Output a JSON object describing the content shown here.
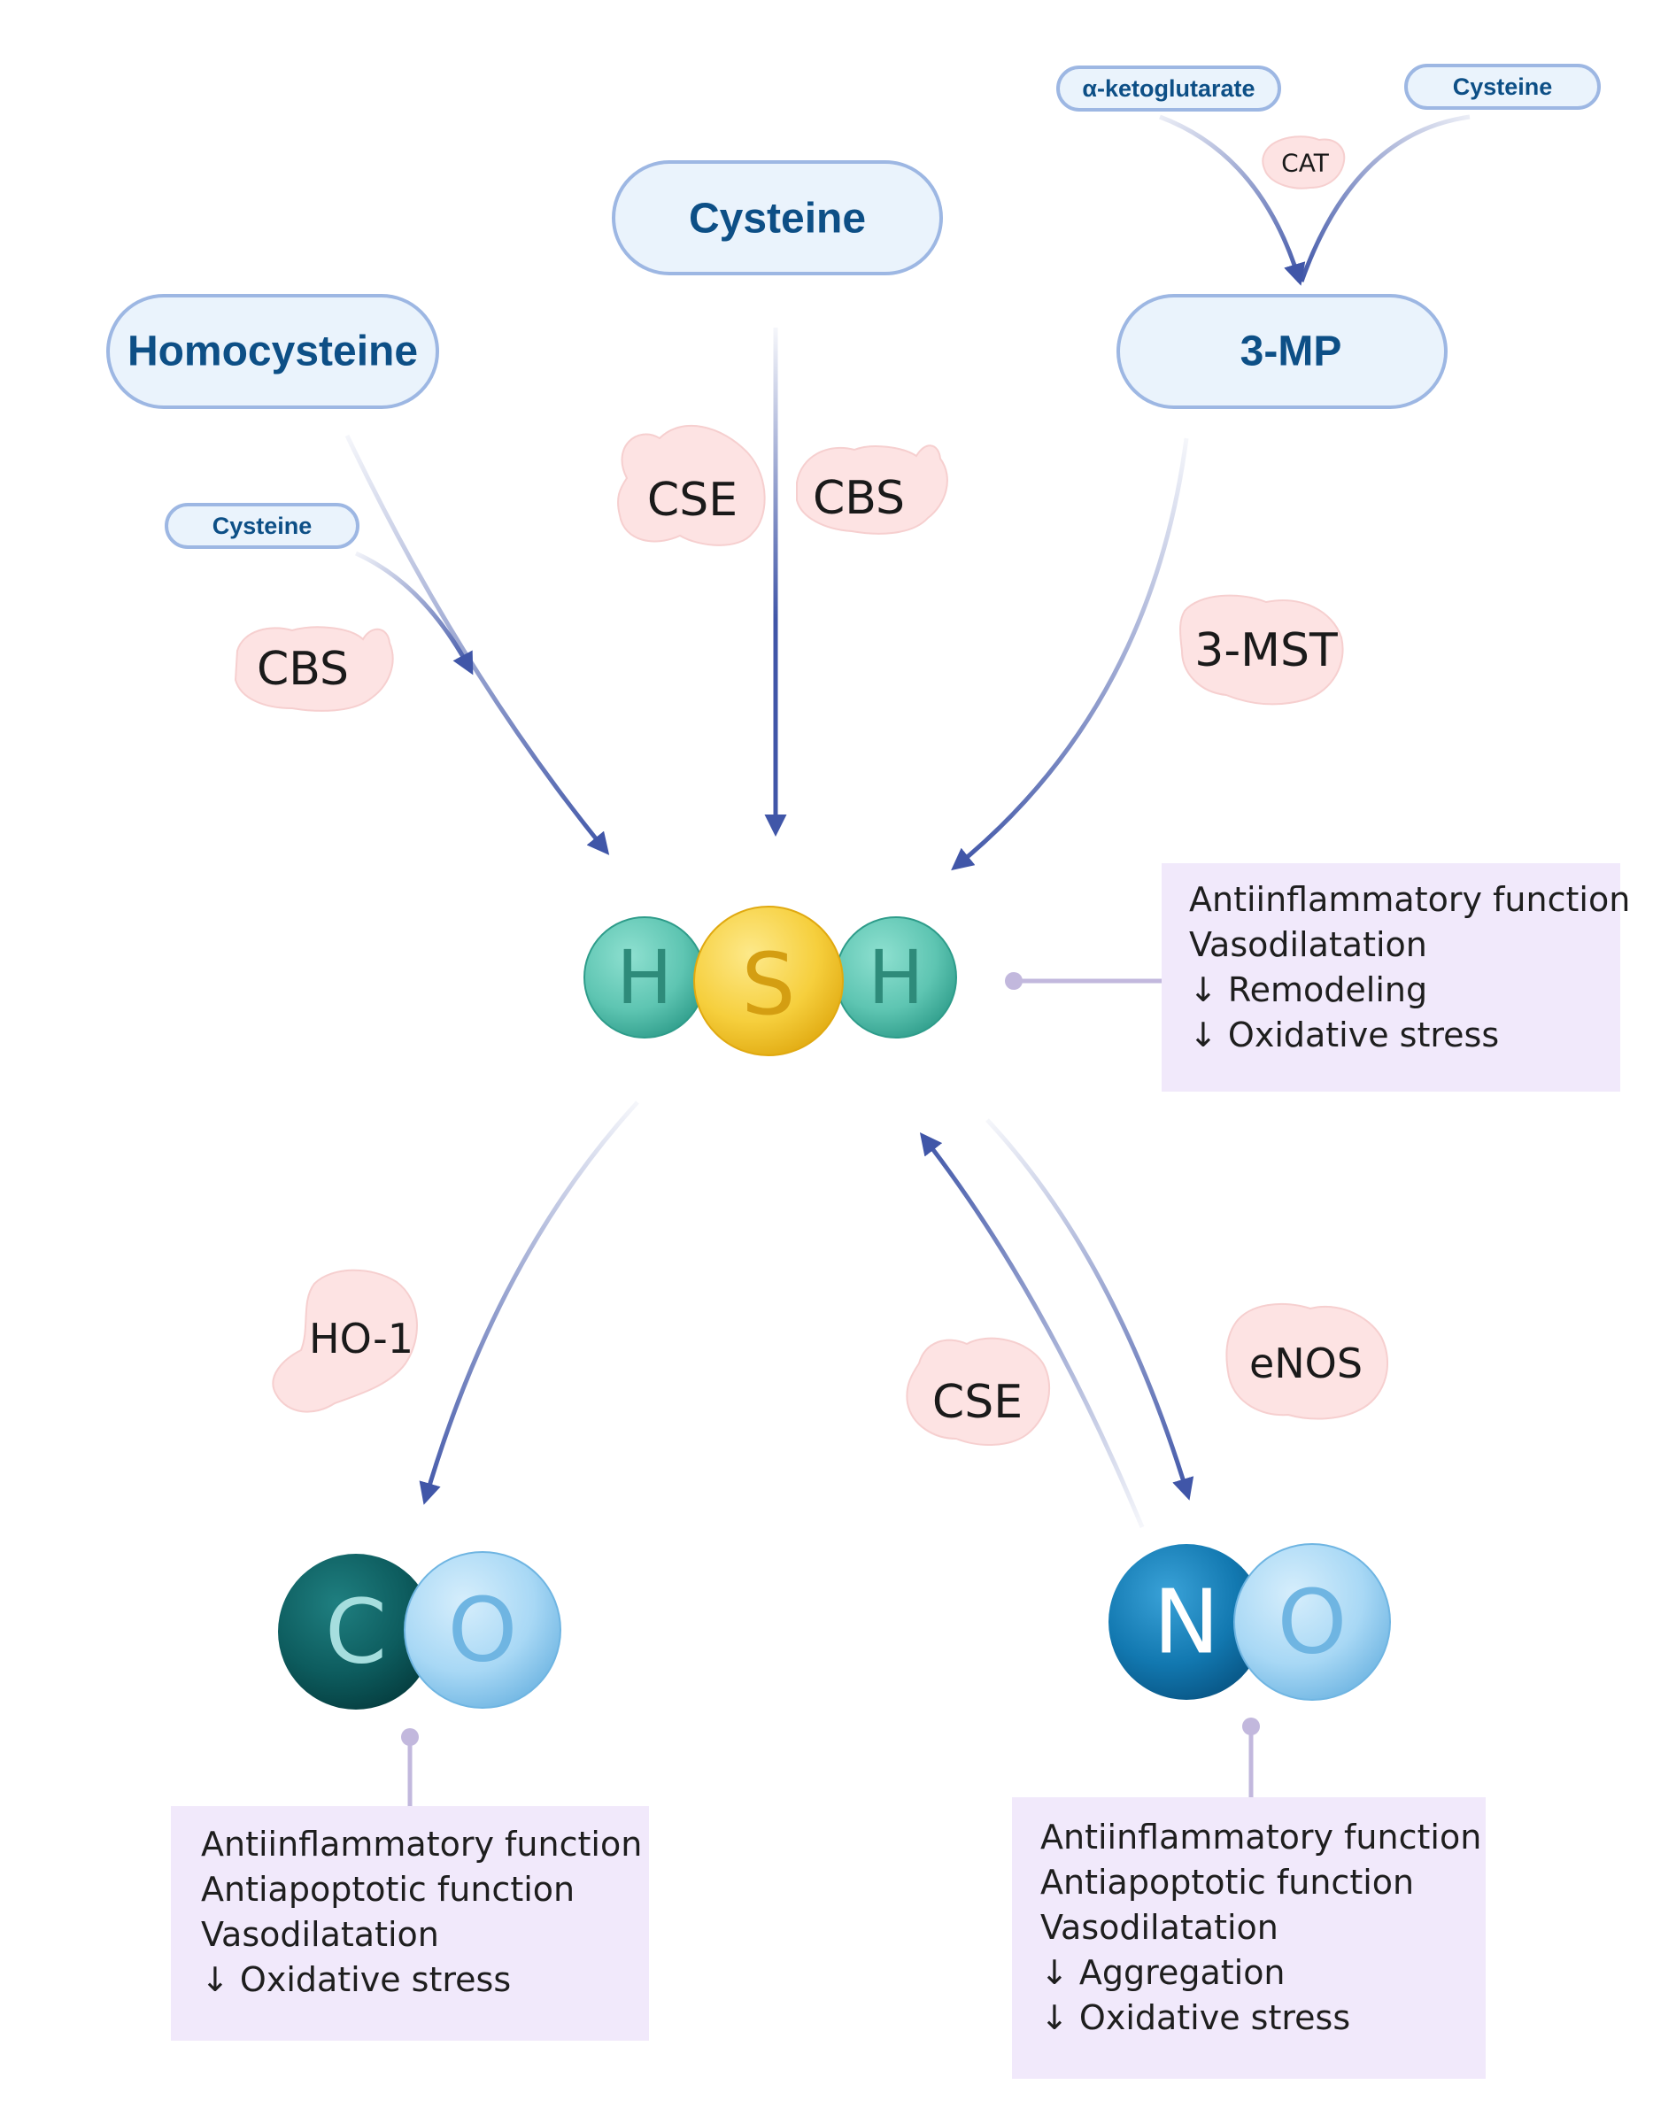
{
  "substrates": {
    "homocysteine": "Homocysteine",
    "cysteine_main": "Cysteine",
    "three_mp": "3-MP",
    "alpha_ketoglutarate": "α-ketoglutarate",
    "cysteine_top_right": "Cysteine",
    "cysteine_small_left": "Cysteine"
  },
  "enzymes": {
    "cse_top": "CSE",
    "cbs_top": "CBS",
    "cbs_left": "CBS",
    "three_mst": "3-MST",
    "cat": "CAT",
    "ho1": "HO-1",
    "cse_bottom": "CSE",
    "enos": "eNOS"
  },
  "molecules": {
    "h2s": {
      "atoms": [
        "H",
        "S",
        "H"
      ]
    },
    "co": {
      "atoms": [
        "C",
        "O"
      ]
    },
    "no": {
      "atoms": [
        "N",
        "O"
      ]
    }
  },
  "functions": {
    "h2s": [
      "Antiinflammatory function",
      "Vasodilatation",
      "↓ Remodeling",
      "↓ Oxidative stress"
    ],
    "co": [
      "Antiinflammatory function",
      "Antiapoptotic function",
      "Vasodilatation",
      "↓ Oxidative stress"
    ],
    "no": [
      "Antiinflammatory function",
      "Antiapoptotic function",
      "Vasodilatation",
      "↓ Aggregation",
      "↓ Oxidative stress"
    ]
  },
  "colors": {
    "arrow": "#4056a8",
    "pill_fill": "#eaf3fc",
    "pill_stroke": "#9db7e3",
    "pill_text": "#0d4f86",
    "enzyme_fill": "#fde3e3",
    "function_box": "#f1e9fb",
    "hydrogen": "#5ec5b2",
    "sulfur": "#f6cf3d",
    "carbon": "#0d5c5e",
    "oxygen": "#a8d8f5",
    "nitrogen": "#1278b0"
  }
}
